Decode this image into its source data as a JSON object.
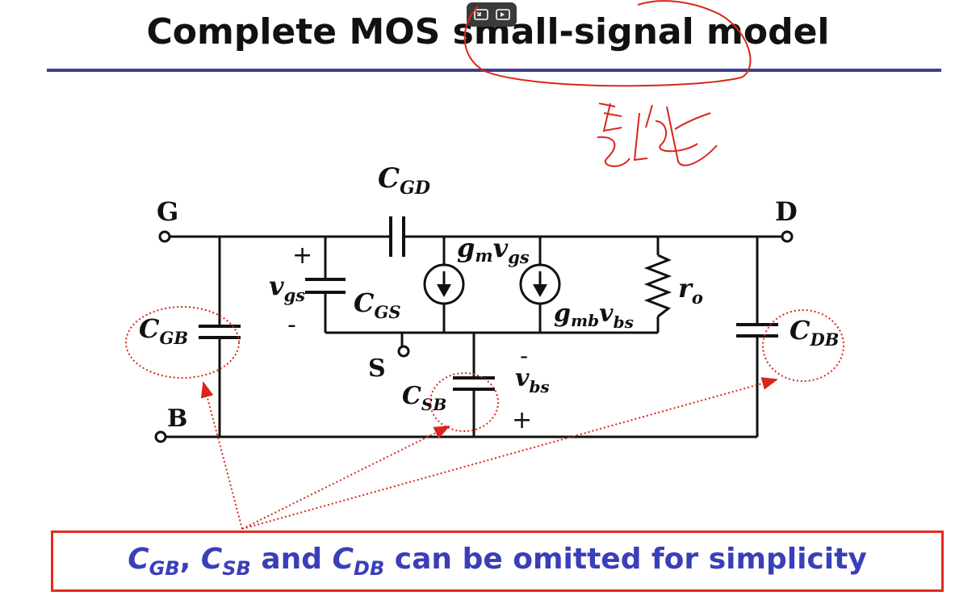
{
  "title": "Complete MOS small-signal model",
  "toolbar": {
    "button1_icon": "exit-fullscreen-icon",
    "button2_icon": "video-expand-icon"
  },
  "nodes": {
    "g": "G",
    "d": "D",
    "s": "S",
    "b": "B"
  },
  "labels": {
    "cgd_main": "C",
    "cgd_sub": "GD",
    "cgs_main": "C",
    "cgs_sub": "GS",
    "cgb_main": "C",
    "cgb_sub": "GB",
    "csb_main": "C",
    "csb_sub": "SB",
    "cdb_main": "C",
    "cdb_sub": "DB",
    "vgs_main": "v",
    "vgs_sub": "gs",
    "vbs_main": "v",
    "vbs_sub": "bs",
    "gm_main": "g",
    "gm_sub": "m",
    "gm_v": "v",
    "gm_vsub": "gs",
    "gmb_main": "g",
    "gmb_sub": "mb",
    "gmb_v": "v",
    "gmb_vsub": "bs",
    "ro_main": "r",
    "ro_sub": "o",
    "plus": "+",
    "minus": "-"
  },
  "colors": {
    "title_rule": "#3b3f8f",
    "annotation": "#d9261c",
    "note_text": "#3a3fb8",
    "note_border": "#e8281e"
  },
  "note": {
    "c1": "C",
    "c1_sub": "GB",
    "sep": ", ",
    "c2": "C",
    "c2_sub": "SB",
    "and": " and ",
    "c3": "C",
    "c3_sub": "DB",
    "rest": " can be omitted for simplicity"
  }
}
